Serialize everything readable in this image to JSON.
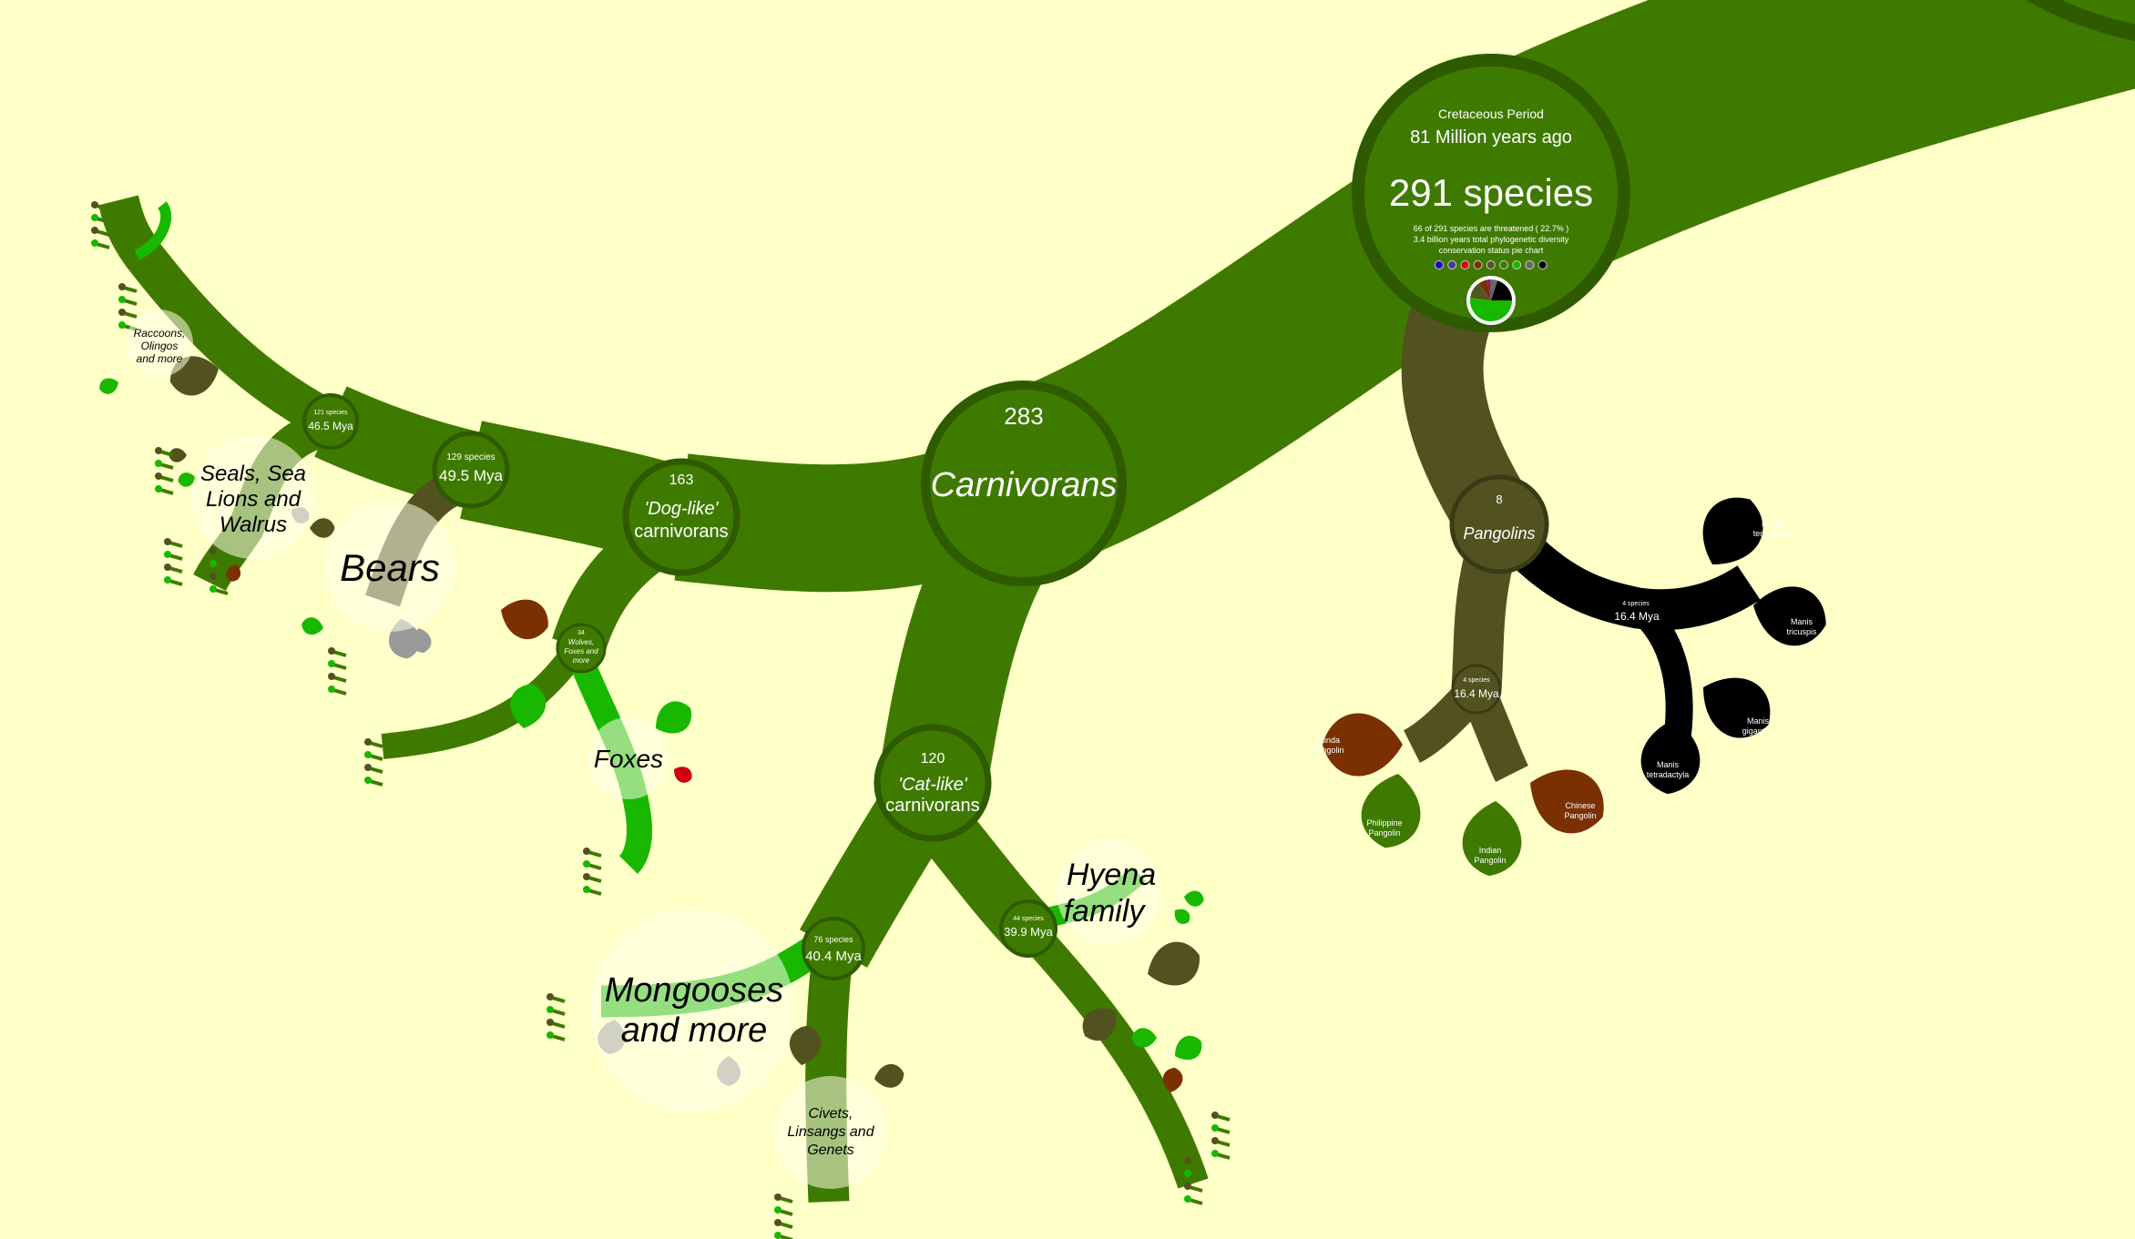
{
  "root": {
    "period": "Cretaceous Period",
    "age": "81 Million years ago",
    "species": "291 species",
    "threatened": "66 of 291 species are threatened ( 22.7% )",
    "diversity": "3.4 billion years total phylogenetic diversity",
    "pie_label": "conservation status pie chart",
    "status_dots": [
      "#1a00c8",
      "#4a3a90",
      "#d00010",
      "#7a3000",
      "#555530",
      "#3f7a00",
      "#18b800",
      "#666666",
      "#000000"
    ],
    "pie": [
      {
        "color": "#18b800",
        "value": 0.52
      },
      {
        "color": "#555520",
        "value": 0.13
      },
      {
        "color": "#7a3000",
        "value": 0.07
      },
      {
        "color": "#d00010",
        "value": 0.01
      },
      {
        "color": "#1a00c8",
        "value": 0.01
      },
      {
        "color": "#666666",
        "value": 0.06
      },
      {
        "color": "#000000",
        "value": 0.2
      }
    ]
  },
  "nodes": {
    "carnivorans": {
      "count": "283",
      "name": "Carnivorans"
    },
    "doglike": {
      "count": "163",
      "name1": "'Dog-like'",
      "name2": "carnivorans"
    },
    "n129": {
      "count": "129 species",
      "age": "49.5 Mya"
    },
    "n121": {
      "count": "121 species",
      "age": "46.5 Mya"
    },
    "wolves": {
      "count": "34",
      "l1": "Wolves,",
      "l2": "Foxes and",
      "l3": "more"
    },
    "catlike": {
      "count": "120",
      "name1": "'Cat-like'",
      "name2": "carnivorans"
    },
    "n76": {
      "count": "76 species",
      "age": "40.4 Mya"
    },
    "n44": {
      "count": "44 species",
      "age": "39.9 Mya"
    },
    "pangolins": {
      "count": "8",
      "name": "Pangolins"
    },
    "pang4a": {
      "count": "4 species",
      "age": "16.4 Mya"
    },
    "pang4b": {
      "count": "4 species",
      "age": "16.4 Mya"
    }
  },
  "groups": {
    "raccoons": [
      "Raccoons,",
      "Olingos",
      "and more"
    ],
    "seals": [
      "Seals, Sea",
      "Lions and",
      "Walrus"
    ],
    "bears": [
      "Bears"
    ],
    "foxes": [
      "Foxes"
    ],
    "mongooses": [
      "Mongooses",
      "and more"
    ],
    "civets": [
      "Civets,",
      "Linsangs and",
      "Genets"
    ],
    "hyena": [
      "Hyena",
      "family"
    ]
  },
  "species": {
    "temminckii": [
      "Manis",
      "temminckii"
    ],
    "tricuspis": [
      "Manis",
      "tricuspis"
    ],
    "gigantea": [
      "Manis",
      "gigantea"
    ],
    "tetradactyla": [
      "Manis",
      "tetradactyla"
    ],
    "sunda": [
      "Sunda",
      "Pangolin"
    ],
    "philippine": [
      "Philippine",
      "Pangolin"
    ],
    "indian": [
      "Indian",
      "Pangolin"
    ],
    "chinese": [
      "Chinese",
      "Pangolin"
    ]
  }
}
